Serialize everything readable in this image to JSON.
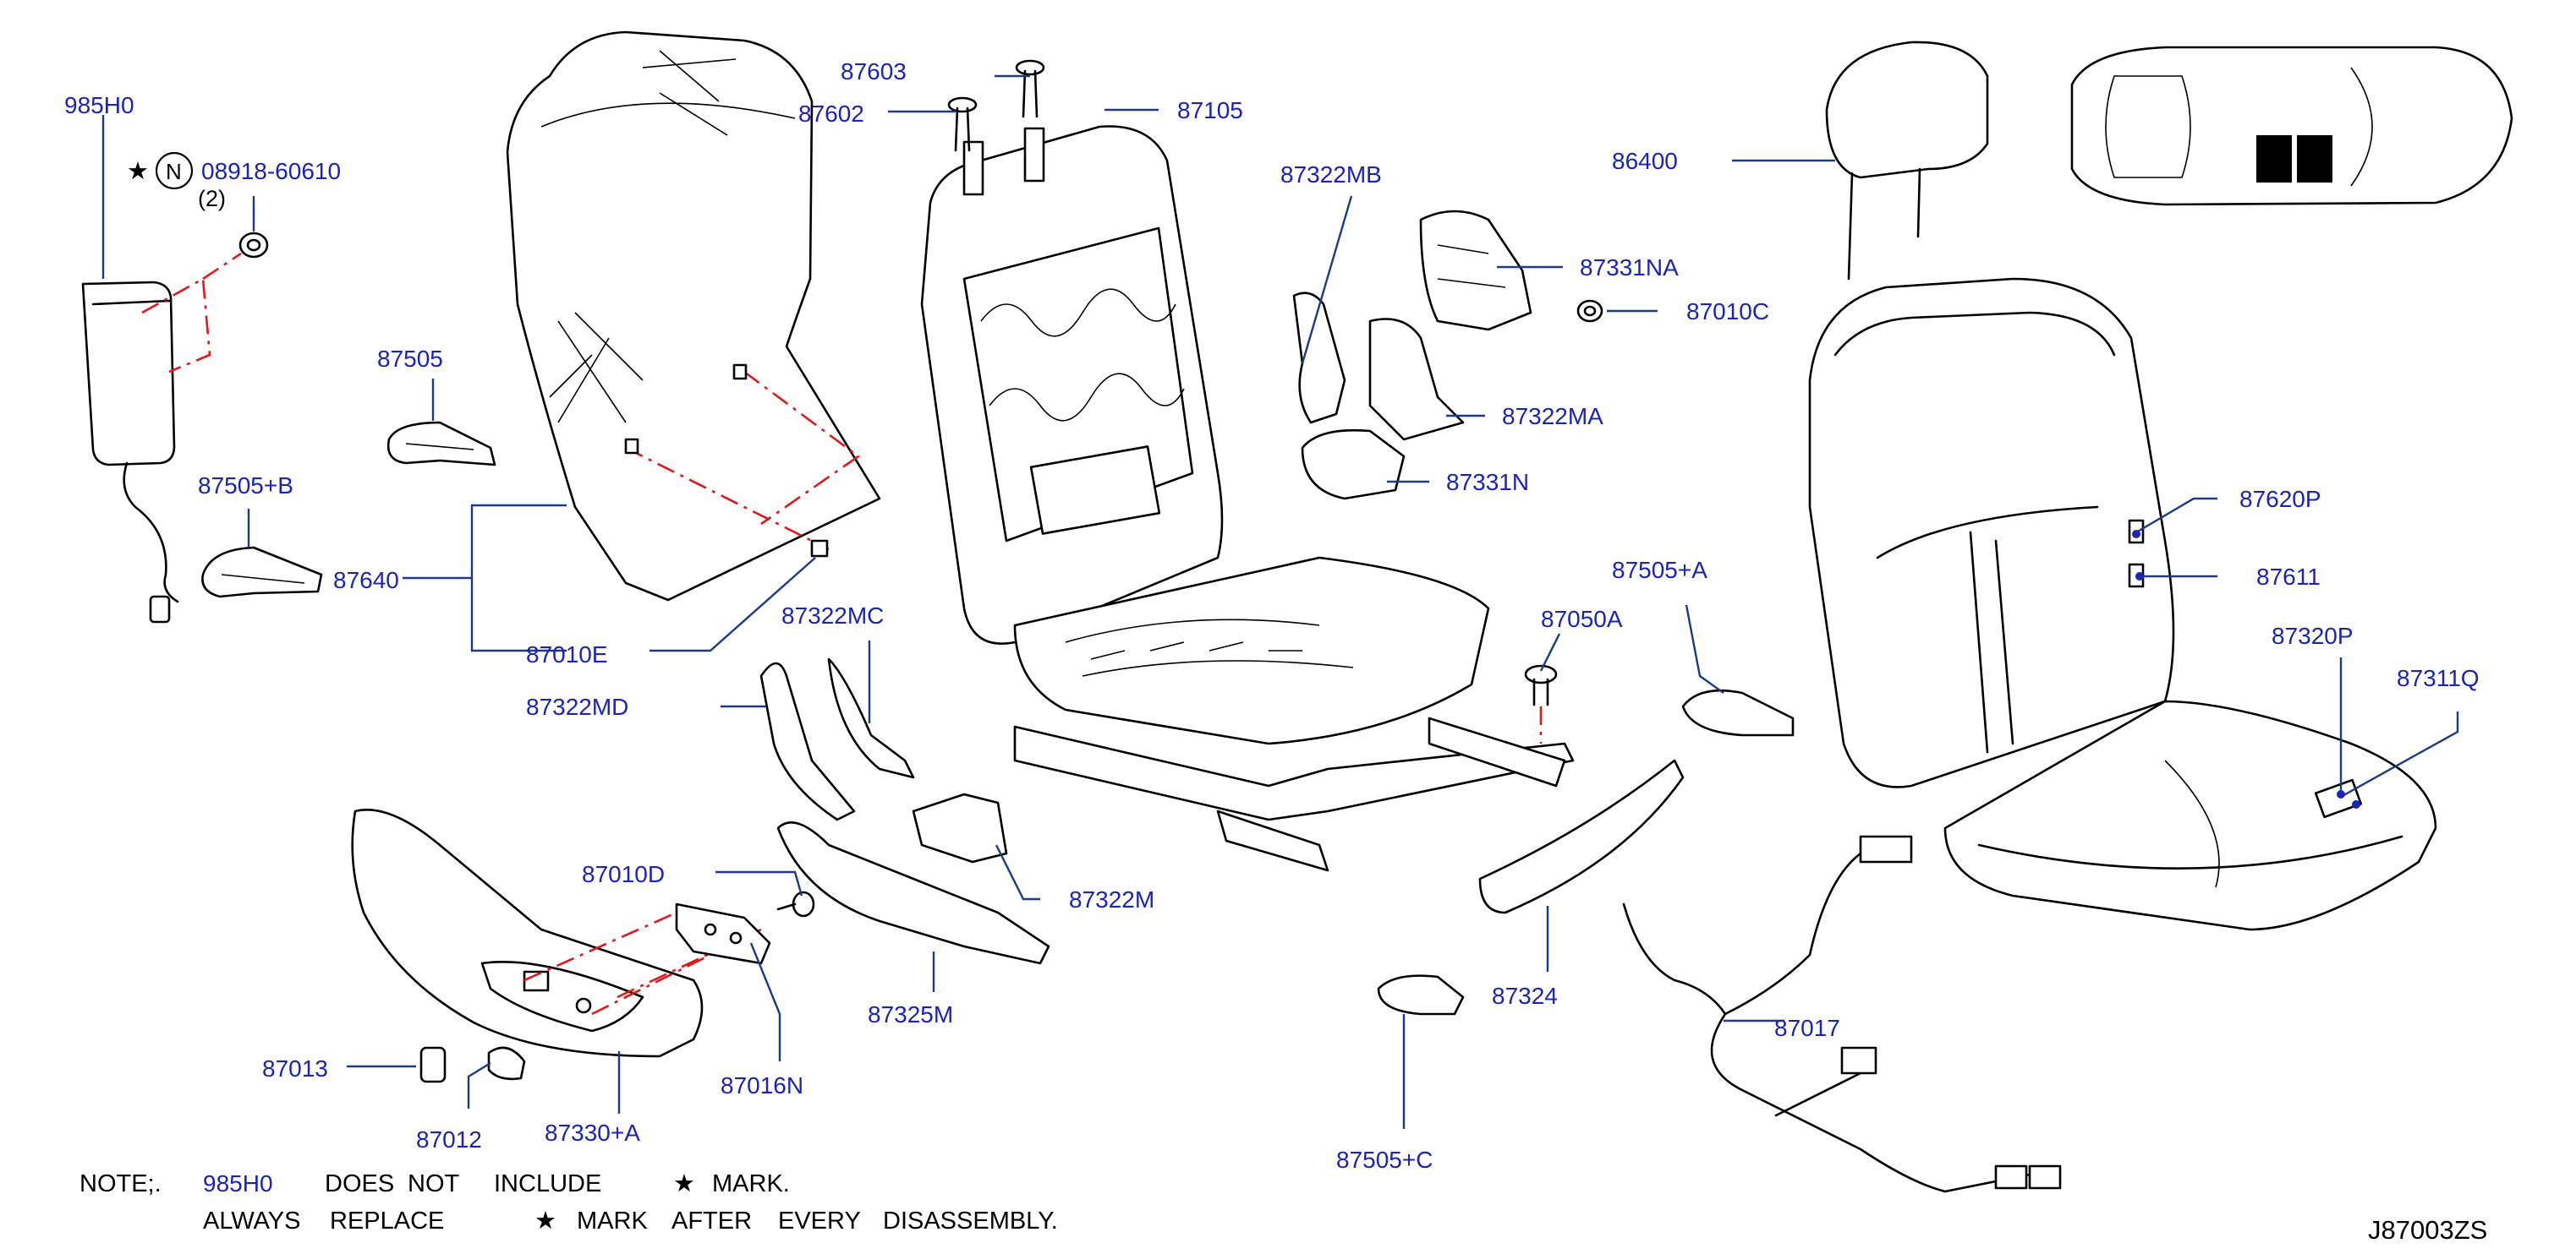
{
  "colors": {
    "label": "#1a24b8",
    "leader": "#1a3a8a",
    "line": "#000000",
    "dashed_link": "#e01818",
    "background": "#ffffff"
  },
  "labels": {
    "p985H0": "985H0",
    "p08918": "08918-60610",
    "p08918_qty": "(2)",
    "p87505": "87505",
    "p87505B": "87505+B",
    "p87640": "87640",
    "p87010E": "87010E",
    "p87603": "87603",
    "p87602": "87602",
    "p87105": "87105",
    "p87322MB": "87322MB",
    "p87331NA": "87331NA",
    "p87010C": "87010C",
    "p87322MA": "87322MA",
    "p87331N": "87331N",
    "p86400": "86400",
    "p87620P": "87620P",
    "p87611": "87611",
    "p87320P": "87320P",
    "p87311Q": "87311Q",
    "p87505A": "87505+A",
    "p87050A": "87050A",
    "p87322MC": "87322MC",
    "p87322MD": "87322MD",
    "p87010D": "87010D",
    "p87322M": "87322M",
    "p87325M": "87325M",
    "p87324": "87324",
    "p87017": "87017",
    "p87016N": "87016N",
    "p87013": "87013",
    "p87012": "87012",
    "p87330A": "87330+A",
    "p87505C": "87505+C"
  },
  "symbols": {
    "star": "★",
    "n_mark": "N"
  },
  "note": {
    "prefix": "NOTE;.",
    "part": "985H0",
    "w1": "DOES",
    "w2": "NOT",
    "w3": "INCLUDE",
    "w4": "MARK.",
    "l2a": "ALWAYS",
    "l2b": "REPLACE",
    "l2c": "MARK",
    "l2d": "AFTER",
    "l2e": "EVERY",
    "l2f": "DISASSEMBLY."
  },
  "diagram_code": "J87003ZS"
}
